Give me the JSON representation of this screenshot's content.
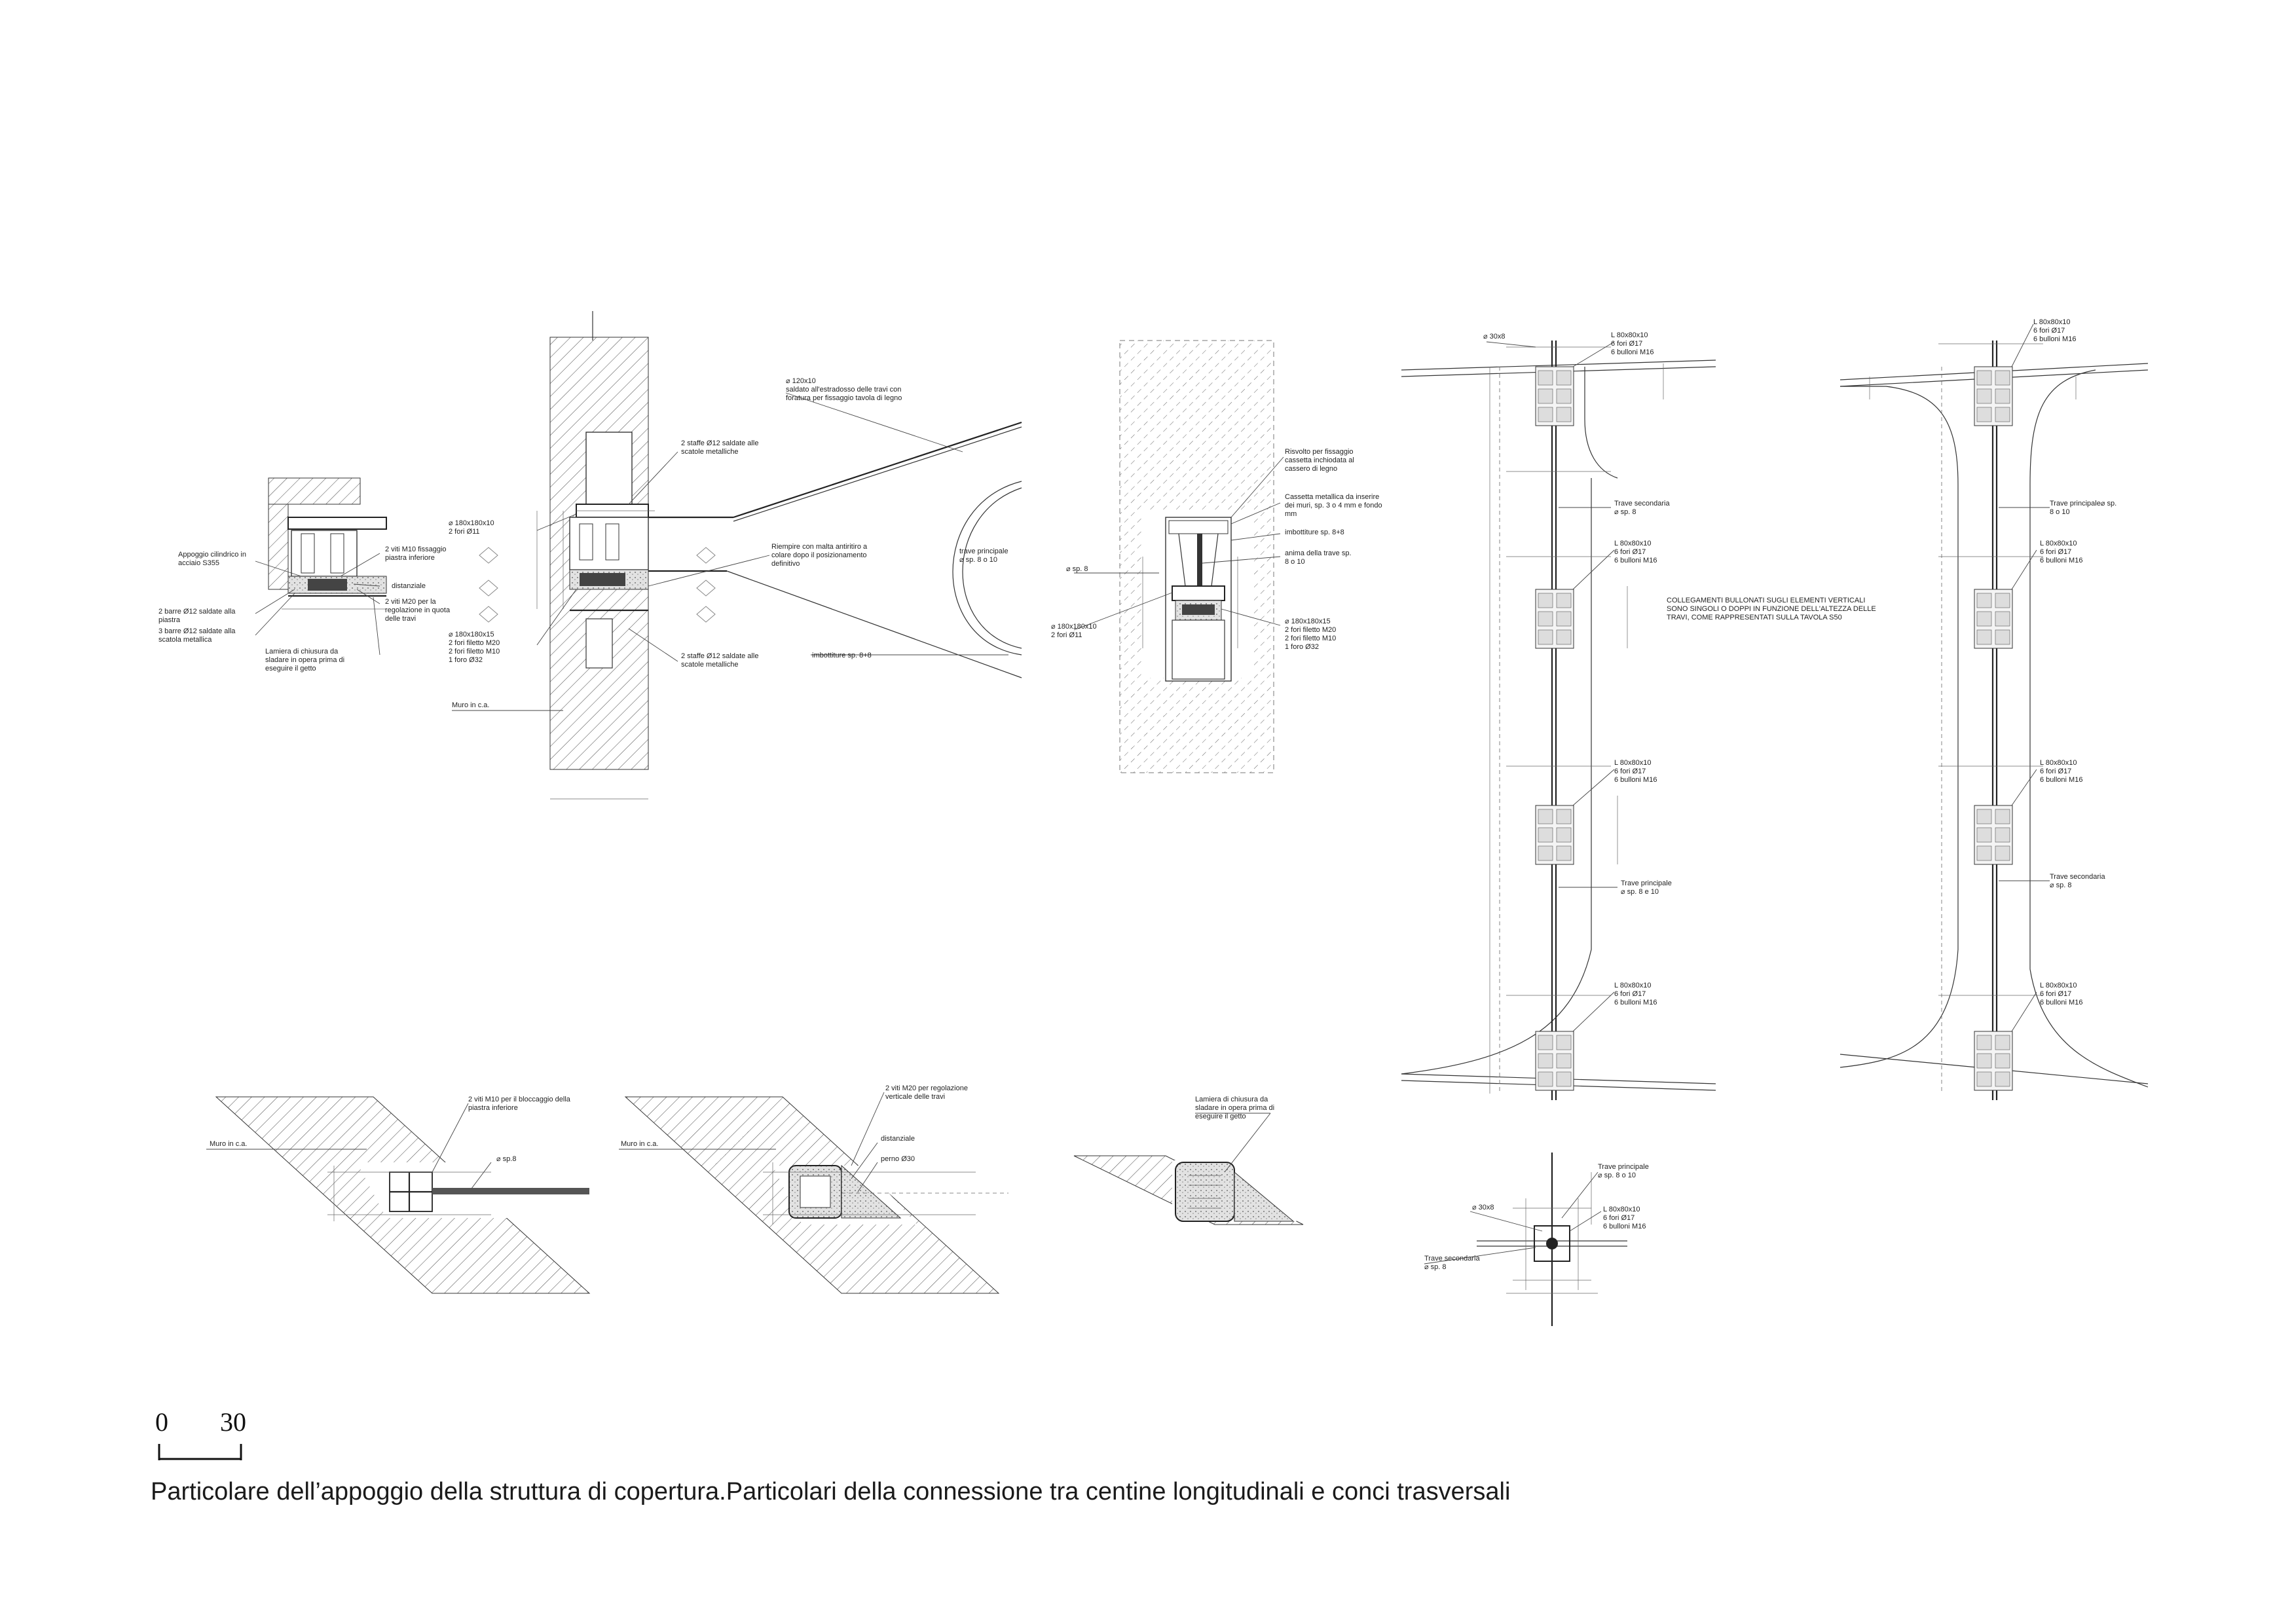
{
  "caption": "Particolare dell’appoggio della struttura di copertura.Particolari della connessione tra centine longitudinali e conci trasversali",
  "scale_bar": {
    "start": "0",
    "end": "30"
  },
  "note": {
    "line1": "COLLEGAMENTI BULLONATI SUGLI ELEMENTI VERTICALI",
    "line2": "SONO SINGOLI O DOPPI IN FUNZIONE DELL'ALTEZZA DELLE",
    "line3": "TRAVI, COME RAPPRESENTATI SULLA TAVOLA S50"
  },
  "detail_a": {
    "appoggio1": "Appoggio cilindrico in",
    "appoggio2": "acciaio S355",
    "viti_m10_1": "2 viti M10 fissaggio",
    "viti_m10_2": "piastra inferiore",
    "distanziale": "distanziale",
    "viti_m20_1": "2 viti M20 per la",
    "viti_m20_2": "regolazione in quota",
    "viti_m20_3": "delle travi",
    "barre2_1": "2 barre Ø12 saldate alla",
    "barre2_2": "piastra",
    "barre3_1": "3 barre Ø12 saldate alla",
    "barre3_2": "scatola metallica",
    "lamiera1": "Lamiera di chiusura da",
    "lamiera2": "sladare in opera prima di",
    "lamiera3": "eseguire il getto"
  },
  "detail_b": {
    "piatto_120_1": "⌀ 120x10",
    "piatto_120_2": "saldato all'estradosso delle travi con",
    "piatto_120_3": "foratura per fissaggio tavola di legno",
    "staffe_top_1": "2 staffe Ø12 saldate alle",
    "staffe_top_2": "scatole metalliche",
    "p180x10_1": "⌀ 180x180x10",
    "p180x10_2": "2 fori Ø11",
    "riempire_1": "Riempire con malta antiritiro a",
    "riempire_2": "colare dopo il posizionamento",
    "riempire_3": "definitivo",
    "trave_princ_1": "trave principale",
    "trave_princ_2": "⌀ sp. 8 o 10",
    "p180x15_1": "⌀ 180x180x15",
    "p180x15_2": "2 fori filetto M20",
    "p180x15_3": "2 fori filetto M10",
    "p180x15_4": "1 foro Ø32",
    "staffe_bot_1": "2 staffe Ø12 saldate alle",
    "staffe_bot_2": "scatole metalliche",
    "imbottiture": "imbottiture sp. 8+8",
    "muro": "Muro in c.a."
  },
  "detail_c": {
    "risvolto_1": "Risvolto per fissaggio",
    "risvolto_2": "cassetta inchiodata al",
    "risvolto_3": "cassero di legno",
    "cassetta_1": "Cassetta metallica da inserire",
    "cassetta_2": "dei muri, sp. 3 o 4 mm e fondo",
    "cassetta_3": "mm",
    "imbottiture": "imbottiture sp. 8+8",
    "anima_1": "anima della trave sp.",
    "anima_2": "8 o 10",
    "sp8": "⌀ sp. 8",
    "p180x10_1": "⌀ 180x180x10",
    "p180x10_2": "2 fori Ø11",
    "p180x15_1": "⌀ 180x180x15",
    "p180x15_2": "2 fori filetto M20",
    "p180x15_3": "2 fori filetto M10",
    "p180x15_4": "1 foro Ø32"
  },
  "elev1": {
    "piatto": "⌀ 30x8",
    "l_1": "L 80x80x10",
    "l_2": "6 fori Ø17",
    "l_3": "6 bulloni M16",
    "trave_sec_1": "Trave secondaria",
    "trave_sec_2": "⌀ sp. 8",
    "trave_princ_1": "Trave principale",
    "trave_princ_2": "⌀ sp. 8 e 10"
  },
  "elev2": {
    "l_1": "L 80x80x10",
    "l_2": "6 fori Ø17",
    "l_3": "6 bulloni M16",
    "trave_princ_1": "Trave principale⌀ sp.",
    "trave_princ_2": "8 o 10",
    "trave_sec_1": "Trave secondaria",
    "trave_sec_2": "⌀ sp. 8"
  },
  "bottom1": {
    "viti_1": "2 viti M10 per il bloccaggio della",
    "viti_2": "piastra inferiore",
    "muro": "Muro in c.a.",
    "sp8": "⌀ sp.8"
  },
  "bottom2": {
    "viti_1": "2 viti M20 per regolazione",
    "viti_2": "verticale delle travi",
    "muro": "Muro in c.a.",
    "distanziale": "distanziale",
    "perno": "perno Ø30"
  },
  "bottom3": {
    "lamiera_1": "Lamiera di chiusura da",
    "lamiera_2": "sladare in opera prima di",
    "lamiera_3": "eseguire il getto"
  },
  "cross": {
    "trave_princ_1": "Trave principale",
    "trave_princ_2": "⌀ sp. 8 o 10",
    "piatto": "⌀ 30x8",
    "l_1": "L 80x80x10",
    "l_2": "6 fori Ø17",
    "l_3": "6 bulloni M16",
    "trave_sec_1": "Trave secondaria",
    "trave_sec_2": "⌀ sp. 8"
  }
}
